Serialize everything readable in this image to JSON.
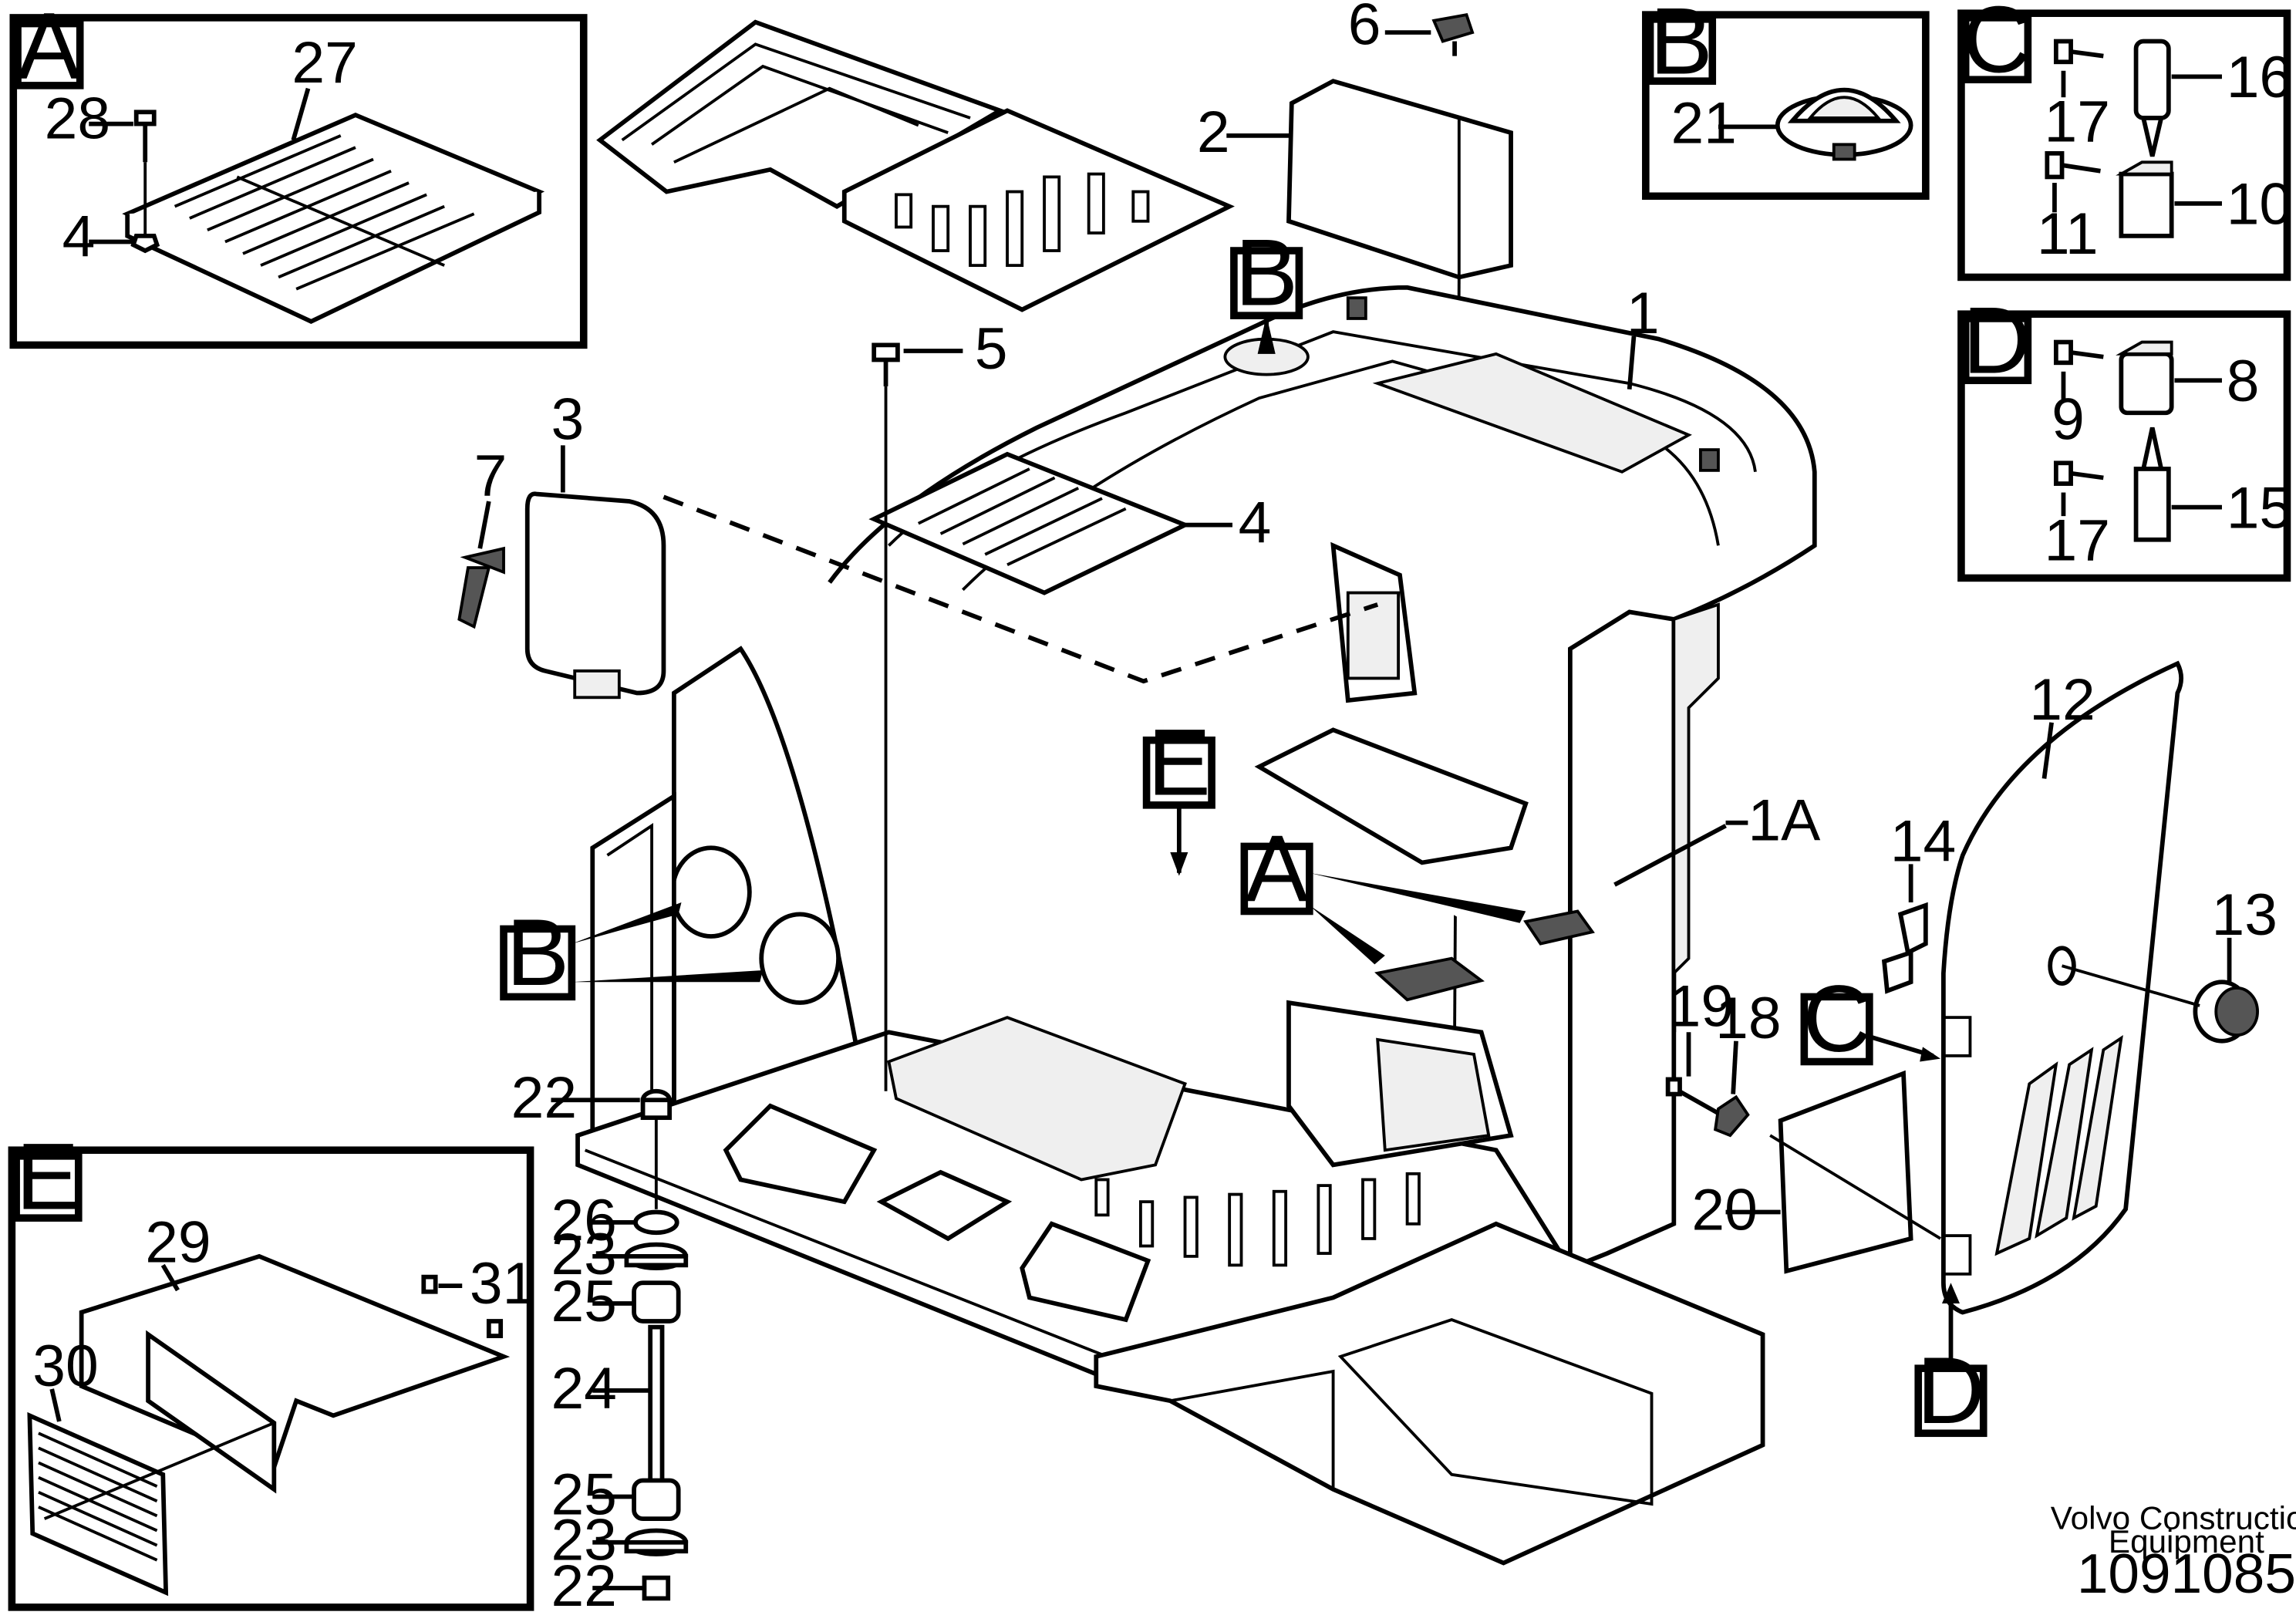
{
  "diagram": {
    "detail_labels": {
      "A": "A",
      "B": "B",
      "C": "C",
      "D": "D",
      "E": "E"
    },
    "callouts": {
      "p1": "1",
      "p1A": "1A",
      "p2": "2",
      "p3": "3",
      "p4_main": "4",
      "p4_inset": "4",
      "p5": "5",
      "p6": "6",
      "p7": "7",
      "p8": "8",
      "p9": "9",
      "p10": "10",
      "p11": "11",
      "p12": "12",
      "p13": "13",
      "p14": "14",
      "p15": "15",
      "p16": "16",
      "p17_c": "17",
      "p17_d": "17",
      "p18": "18",
      "p19": "19",
      "p20": "20",
      "p21": "21",
      "p22_top": "22",
      "p22_bottom": "22",
      "p23_top": "23",
      "p23_bottom": "23",
      "p24": "24",
      "p25_top": "25",
      "p25_bottom": "25",
      "p26": "26",
      "p27": "27",
      "p28": "28",
      "p29": "29",
      "p30": "30",
      "p31": "31"
    },
    "credit_line1": "Volvo Construction",
    "credit_line2": "Equipment",
    "document_number": "1091085"
  }
}
